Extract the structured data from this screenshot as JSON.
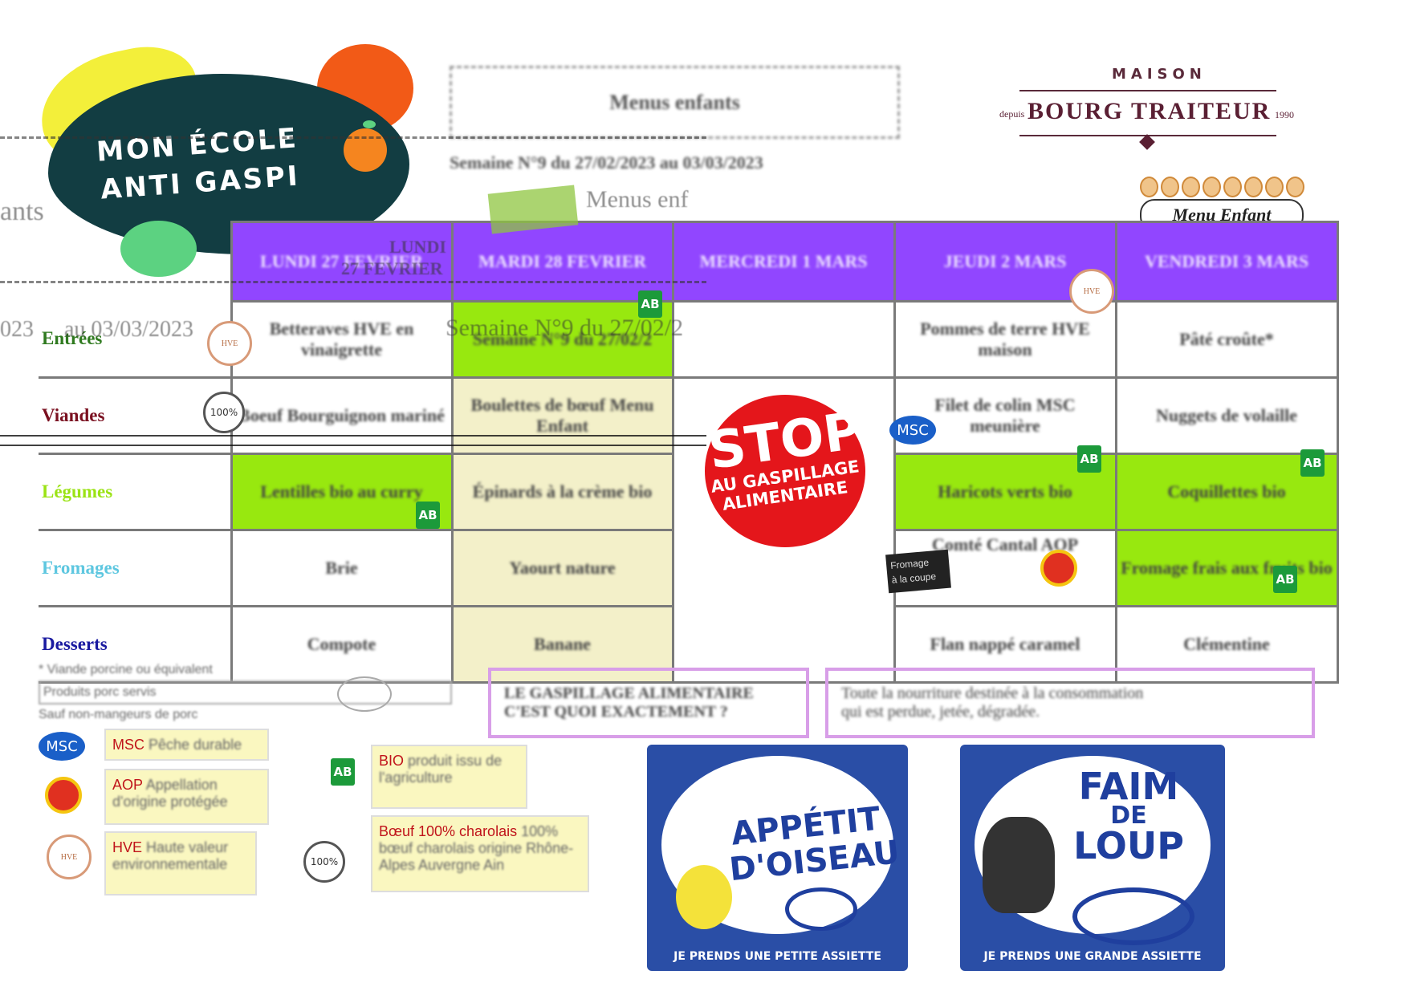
{
  "logo": {
    "line1": "MON ÉCOLE",
    "line2": "ANTI GASPI"
  },
  "header": {
    "title": "Menus enfants",
    "semaine": "Semaine N°9 du 27/02/2023 au 03/03/2023",
    "brand_maison": "MAISON",
    "brand_depuis": "depuis",
    "brand_name": "BOURG TRAITEUR",
    "brand_year": "1990",
    "menu_enfant": "Menu Enfant"
  },
  "ghost": {
    "ants": "ants",
    "dates_left": "023",
    "dates_mid": "au 03/03/2023",
    "semaine": "Semaine N°9 du 27/02/2",
    "menus": "Menus enf",
    "ghost_lundi": "LUNDI",
    "ghost_fev": "27 FEVRIER"
  },
  "table": {
    "days": [
      "",
      "LUNDI 27 FEVRIER",
      "MARDI 28 FEVRIER",
      "MERCREDI 1 MARS",
      "JEUDI 2 MARS",
      "VENDREDI 3 MARS"
    ],
    "categories": [
      {
        "label": "Entrées",
        "color": "#2f7a1f"
      },
      {
        "label": "Viandes",
        "color": "#7a1020"
      },
      {
        "label": "Légumes",
        "color": "#9be315"
      },
      {
        "label": "Fromages",
        "color": "#5ec7e0"
      },
      {
        "label": "Desserts",
        "color": "#1a1aa0"
      }
    ],
    "rows": [
      [
        "Betteraves HVE en vinaigrette",
        "Semaine N°9 du 27/02/2",
        "",
        "Pommes de terre HVE maison",
        "Pâté croûte*"
      ],
      [
        "Boeuf Bourguignon mariné",
        "Boulettes de bœuf Menu Enfant",
        "",
        "Filet de colin MSC meunière",
        "Nuggets de volaille"
      ],
      [
        "Lentilles bio au curry",
        "Épinards à la crème bio",
        "",
        "Haricots verts bio",
        "Coquillettes bio"
      ],
      [
        "Brie",
        "Yaourt nature",
        "",
        "Comté Cantal AOP",
        "Fromage frais aux fruits bio"
      ],
      [
        "Compote",
        "Banane",
        "",
        "Flan nappé caramel",
        "Clémentine"
      ]
    ]
  },
  "fromage_tag": {
    "line1": "Fromage",
    "line2": "à la coupe"
  },
  "stop": {
    "big": "STOP",
    "line1": "AU GASPILLAGE",
    "line2": "ALIMENTAIRE"
  },
  "footnote": {
    "line1": "* Viande porcine ou équivalent",
    "line2": "Produits porc servis",
    "line3": "Sauf non-mangeurs de porc"
  },
  "info_boxes": {
    "box1_line1": "LE GASPILLAGE ALIMENTAIRE",
    "box1_line2": "C'EST QUOI EXACTEMENT ?",
    "box2_line1": "Toute la nourriture destinée à la consommation",
    "box2_line2": "qui est perdue, jetée, dégradée."
  },
  "legend": {
    "msc_key": "MSC",
    "msc_desc": "Pêche durable",
    "aop_key": "AOP",
    "aop_desc": "Appellation d'origine protégée",
    "hve_key": "HVE",
    "hve_desc": "Haute valeur environnementale",
    "bio_key": "BIO",
    "bio_desc": "produit issu de l'agriculture",
    "boeuf_key": "Bœuf 100% charolais",
    "boeuf_desc": "100% bœuf charolais origine Rhône-Alpes Auvergne Ain"
  },
  "badges": {
    "ab": "AB",
    "msc": "MSC",
    "hve": "HVE",
    "charolais": "100%"
  },
  "posters": {
    "oiseau_line1": "APPÉTIT",
    "oiseau_line2": "D'OISEAU",
    "oiseau_caption": "JE PRENDS UNE PETITE ASSIETTE",
    "loup_line1": "FAIM",
    "loup_line2": "DE",
    "loup_line3": "LOUP",
    "loup_caption": "JE PRENDS UNE GRANDE ASSIETTE"
  }
}
